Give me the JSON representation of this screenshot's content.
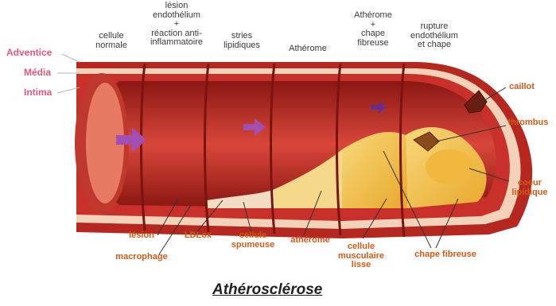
{
  "title": "Athérosclérose",
  "layers": [
    "Adventice",
    "Média",
    "Intima"
  ],
  "stages": [
    "cellule\nnormale",
    "lésion\nendothélium\n+\nréaction anti-\ninflammatoire",
    "stries\nlipidiques",
    "Athérome",
    "Athérome\n+\nchape\nfibreuse",
    "rupture\nendothélium\net chape"
  ],
  "bottom_labels": {
    "lesion": "lésion",
    "macrophage": "macrophage",
    "ldlox": "LDLox",
    "cellule_spumeuse": "cellule\nspumeuse",
    "atherome": "athérome",
    "cellule_musculaire_lisse": "cellule\nmusculaire\nlisse",
    "chape_fibreuse": "chape fibreuse"
  },
  "right_labels": {
    "caillot": "caillot",
    "thrombus": "thrombus",
    "coeur_lipidique": "coeur\nlipidique"
  },
  "colors": {
    "adventice": "#b5271f",
    "media": "#f2d2b8",
    "intima": "#c9302a",
    "lumen_dark": "#7a1410",
    "plaque": "#f1c24a",
    "arrow": "#a24fb3",
    "label_orange": "#d25a14",
    "label_pink": "#e8557a"
  }
}
